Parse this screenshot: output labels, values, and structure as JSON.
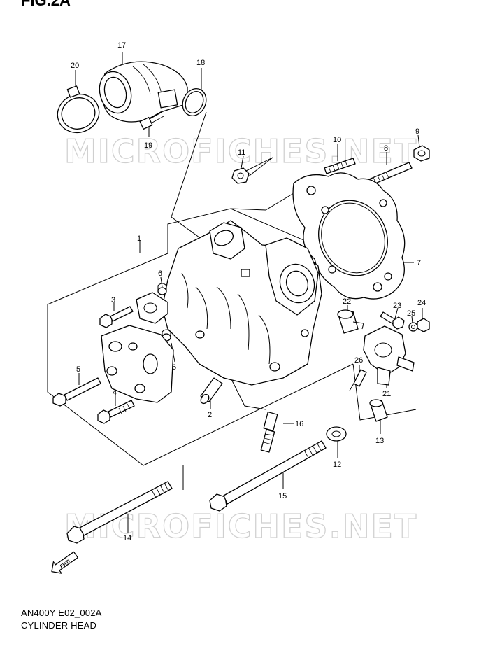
{
  "figure": {
    "title": "FIG.2A",
    "model_code": "AN400Y E02_002A",
    "name": "CYLINDER HEAD",
    "watermark": "MICROFICHES.NET",
    "fwd_label": "FWD"
  },
  "callouts": [
    {
      "id": "c1",
      "label": "1"
    },
    {
      "id": "c2",
      "label": "2"
    },
    {
      "id": "c3",
      "label": "3"
    },
    {
      "id": "c4",
      "label": "4"
    },
    {
      "id": "c5",
      "label": "5"
    },
    {
      "id": "c6a",
      "label": "6"
    },
    {
      "id": "c6b",
      "label": "6"
    },
    {
      "id": "c7",
      "label": "7"
    },
    {
      "id": "c8",
      "label": "8"
    },
    {
      "id": "c9",
      "label": "9"
    },
    {
      "id": "c10",
      "label": "10"
    },
    {
      "id": "c11",
      "label": "11"
    },
    {
      "id": "c12",
      "label": "12"
    },
    {
      "id": "c13",
      "label": "13"
    },
    {
      "id": "c14",
      "label": "14"
    },
    {
      "id": "c15",
      "label": "15"
    },
    {
      "id": "c16",
      "label": "16"
    },
    {
      "id": "c17",
      "label": "17"
    },
    {
      "id": "c18",
      "label": "18"
    },
    {
      "id": "c19",
      "label": "19"
    },
    {
      "id": "c20",
      "label": "20"
    },
    {
      "id": "c21",
      "label": "21"
    },
    {
      "id": "c22",
      "label": "22"
    },
    {
      "id": "c23",
      "label": "23"
    },
    {
      "id": "c24",
      "label": "24"
    },
    {
      "id": "c25",
      "label": "25"
    },
    {
      "id": "c26",
      "label": "26"
    }
  ]
}
